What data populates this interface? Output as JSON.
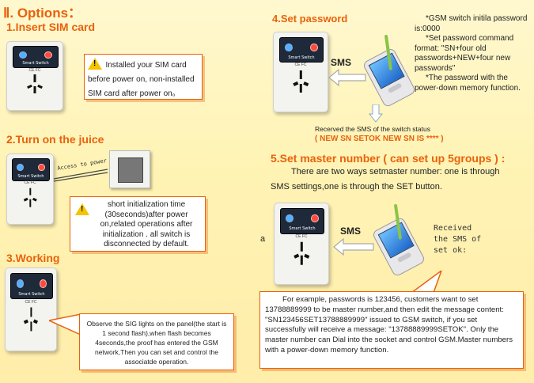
{
  "title": "Ⅱ. Options：",
  "sections": {
    "insert": {
      "heading": "1.Insert SIM card",
      "note": "Installed your SIM card before power on, non-installed SIM card after power on。"
    },
    "turn_on": {
      "heading": "2.Turn on the juice",
      "access_label": "Access to power",
      "note": "short initialization time (30seconds)after power on,related operations after initialization . all switch is disconnected by default."
    },
    "working": {
      "heading": "3.Working",
      "note": "Observe the SIG lights on the panel(the start is 1 second flash),when flash becomes 4seconds,the proof has entered the GSM network,Then you can set and control the associatde operation."
    },
    "password": {
      "heading": "4.Set password",
      "sms_label": "SMS",
      "notes": [
        "*GSM switch initila password is:0000",
        "*Set password command format: \"SN+four old passwords+NEW+four new passwords\"",
        "*The password with the power-down memory function."
      ],
      "received_label": "Recerved the SMS of the switch status",
      "received_msg": "( NEW SN SETOK NEW SN IS **** )"
    },
    "master": {
      "heading": "5.Set master number ( can set up 5groups ) :",
      "intro_line1": "There are two ways setmaster number: one is through",
      "intro_line2": "SMS settings,one is through the SET button.",
      "device_marker": "a",
      "sms_label": "SMS",
      "received_note": "Received the SMS of set ok:",
      "example": "For example, passwords is 123456, customers want to set 13788889999 to be master number,and then edit the message content: \"SN123456SET13788889999\" issued to GSM switch, if you set successfully will receive a message: \"13788889999SETOK\". Only the master number can Dial into the socket and control GSM.Master numbers with a power-down memory function."
    }
  },
  "device": {
    "label": "Smart Switch",
    "cert": "CE FC"
  },
  "colors": {
    "accent": "#e8620c",
    "background": "#fff3b4",
    "warning": "#f5c400"
  },
  "icons": [
    "warning-icon",
    "phone-icon",
    "arrow-left-icon",
    "arrow-down-icon",
    "socket-icon"
  ]
}
